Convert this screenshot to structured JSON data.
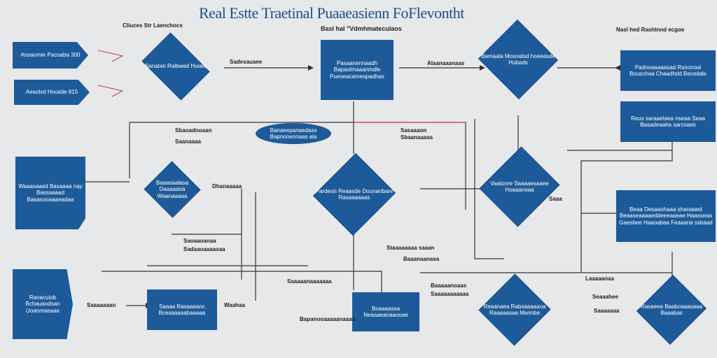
{
  "title": "Real Estte Traetinal Puaaeasienn FoFlevontht",
  "subtitle": "Basl hal \"Vdmhmateculaos",
  "top_left_note": "Cliuces Str Laenchocs",
  "top_right_note": "Nasl hed Rashlnnd ecgoe",
  "nodes": {
    "arrow_top": "Ansaomie Pacoaba 300",
    "arrow_mid": "Aeaolvd Hooatie 815",
    "diamond_top_left": "Sanatan Ralbwed Huiale",
    "center_top_box": "Pasaanennaadh Bapaolmaaanmdle Pueoeacameapadhas",
    "diamond_top_right": "Bamaala Mosnatsd hoeeasde Hubads",
    "right_box_1": "Padnoaaaaasad Rsnonoal Bouschaa Chaadhdd Becedals",
    "right_box_2": "Reus saraaetaea nseaa Seaa Basadeaaha sarcoaes",
    "ellipse": "Banaeepanaedass Bapnooeonaas ala",
    "left_box": "Waaasaaed Basaaaa nay Bassaaaad Basasooaaaeadaa",
    "diamond_left_mid": "Baaasaalasa Daaaaaoa Waanaaaaa",
    "center_diamond": "Pardeon Reaasde Dounanbare Rasaaaaaas",
    "diamond_right_mid": "Vaatonre Saaaaesaaee Hoaaanoaa",
    "right_box_3": "Beaa Desaaohaaa shaoaaed Beaaseaaaaeddeeeaaeae Haasseaa Gaesbee Haaoabaa Feaaana ssbaad",
    "bottom_left_box": "Ranacuiob Bchauaodsan Uoanmaeaae",
    "bottom_box_2": "Saaaa Rasaaaanc Bcesaaaaabaaaaa",
    "bottom_center_box": "Boaaaassa Neaaaeanaaooae",
    "bottom_diamond_1": "Reaanaea Rabsaaaaaoa Raaaaasaa Mannbe",
    "bottom_diamond_2": "Rasaeea Baaboaaasaaa Baaabas"
  },
  "labels": {
    "l1": "Sadesauaee",
    "l2": "Alaanaaanaas",
    "l3": "Sbaoadnoaan",
    "l4": "Saanaaaa",
    "l5": "Sasaaaon",
    "l6": "Sbaanaaaas",
    "l7": "Dhanaaaaa",
    "l8": "Saoaaoanaa",
    "l9": "Sadaaoaaaasaa",
    "l10": "Staaaaaaaa saaan",
    "l11": "Baaanaanasa",
    "l12": "Saaaaanaaaaaaa",
    "l13": "Saaaaaaan",
    "l14": "Saaa",
    "l15": "Waahaa",
    "l16": "Bapanooaaaaanaaaa",
    "l17": "Baaaaanoaas",
    "l18": "Saaaaaaaaaaa",
    "l19": "Laaaaanaa",
    "l20": "Seaaahee",
    "l21": "Saaaaaaa"
  },
  "colors": {
    "node": "#1d5a99",
    "line": "#333333",
    "background": "#e7e8ea",
    "title": "#1d4f8a"
  }
}
